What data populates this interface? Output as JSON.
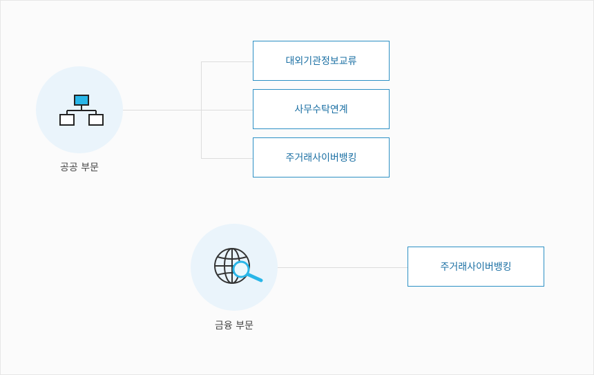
{
  "public": {
    "label": "공공 부문",
    "icon": "org-chart-icon",
    "items": [
      "대외기관정보교류",
      "사무수탁연계",
      "주거래사이버뱅킹"
    ]
  },
  "finance": {
    "label": "금융 부문",
    "icon": "globe-search-icon",
    "items": [
      "주거래사이버뱅킹"
    ]
  },
  "colors": {
    "accent": "#2b8fc4",
    "circle_bg": "#eaf4fb",
    "icon_fill": "#29b6e8",
    "line": "#dcdcdc"
  }
}
